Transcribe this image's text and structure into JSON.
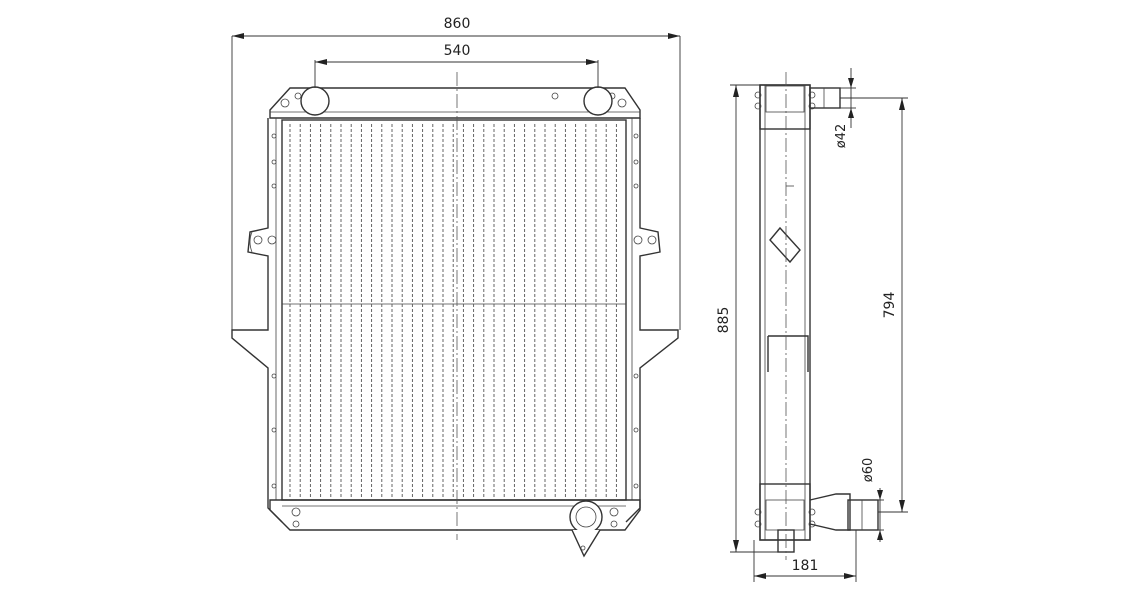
{
  "drawing": {
    "dimensions": {
      "overall_width": "860",
      "inlet_spacing": "540",
      "overall_height": "885",
      "core_height": "794",
      "inlet_diameter": "ø42",
      "outlet_diameter": "ø60",
      "depth": "181"
    }
  }
}
